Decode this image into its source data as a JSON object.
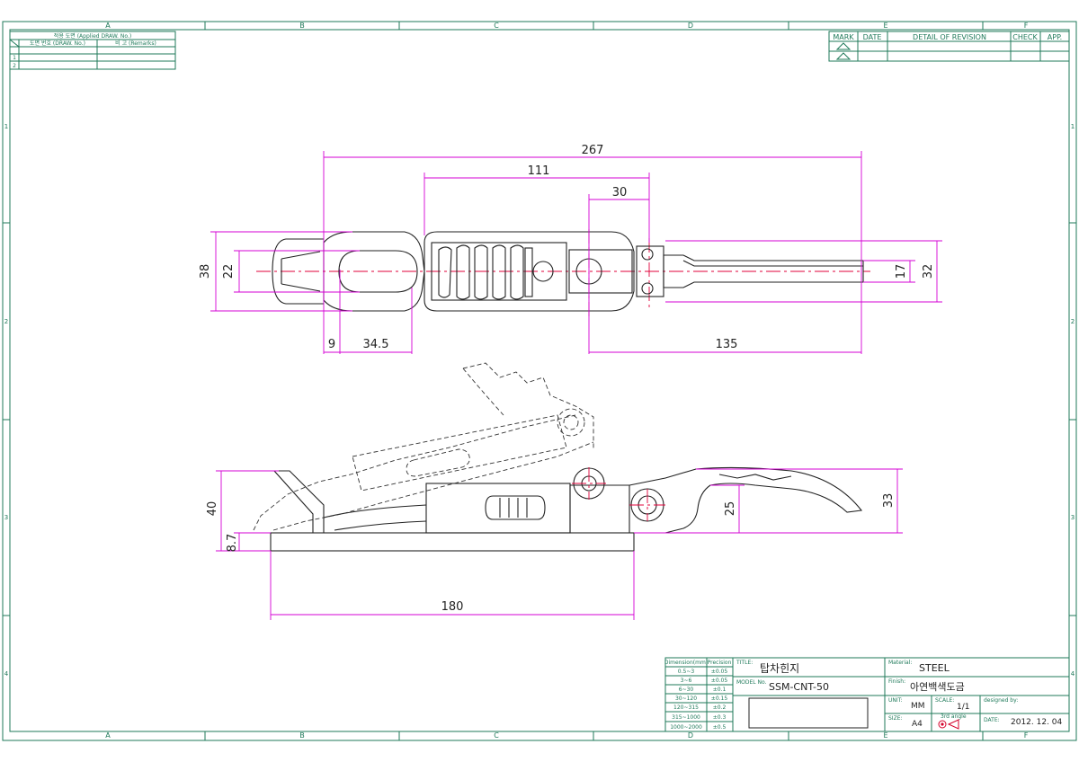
{
  "sheet": {
    "col_labels": [
      "A",
      "B",
      "C",
      "D",
      "E",
      "F"
    ],
    "row_labels": [
      "1",
      "2",
      "3",
      "4"
    ]
  },
  "applied_table": {
    "title": "적용 도면 (Applied DRAW. No.)",
    "col1": "도면 번호 (DRAW. No.)",
    "col2": "비 고 (Remarks)",
    "rows": [
      "1",
      "2"
    ]
  },
  "revision_table": {
    "headers": [
      "MARK",
      "DATE",
      "DETAIL OF REVISION",
      "CHECK",
      "APP."
    ]
  },
  "dimensions": {
    "top_view": {
      "overall_length": "267",
      "len_111": "111",
      "len_30": "30",
      "height_38": "38",
      "height_22": "22",
      "height_17": "17",
      "height_32": "32",
      "len_9": "9",
      "len_34_5": "34.5",
      "len_135": "135"
    },
    "side_view": {
      "height_40": "40",
      "height_8_7": "8.7",
      "base_180": "180",
      "height_25": "25",
      "height_33": "33"
    }
  },
  "title_block": {
    "tolerance": {
      "header_dim": "Dimension(mm)",
      "header_prec": "Precision",
      "rows": [
        [
          "0.5~3",
          "±0.05"
        ],
        [
          "3~6",
          "±0.05"
        ],
        [
          "6~30",
          "±0.1"
        ],
        [
          "30~120",
          "±0.15"
        ],
        [
          "120~315",
          "±0.2"
        ],
        [
          "315~1000",
          "±0.3"
        ],
        [
          "1000~2000",
          "±0.5"
        ]
      ]
    },
    "title_label": "TITLE:",
    "title": "탑차힌지",
    "model_label": "MODEL No.",
    "model": "SSM-CNT-50",
    "material_label": "Material:",
    "material": "STEEL",
    "finish_label": "Finish:",
    "finish": "아연백색도금",
    "unit_label": "UNIT:",
    "unit": "MM",
    "scale_label": "SCALE:",
    "scale": "1/1",
    "designed_label": "designed by:",
    "size_label": "SIZE:",
    "size": "A4",
    "projection_label": "3rd angle",
    "date_label": "DATE:",
    "date": "2012. 12. 04"
  },
  "colors": {
    "frame": "#1f7a5a",
    "dimension": "#d400d4",
    "centerline": "#e0003a",
    "part": "#222222"
  }
}
